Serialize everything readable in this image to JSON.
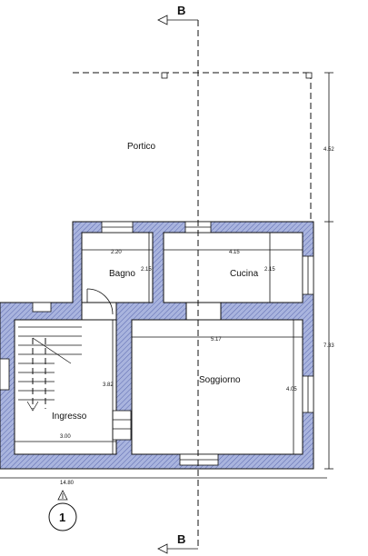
{
  "rooms": {
    "portico": "Portico",
    "bagno": "Bagno",
    "cucina": "Cucina",
    "soggiorno": "Soggiorno",
    "ingresso": "Ingresso"
  },
  "dimensions": {
    "bagno_width": "2.20",
    "cucina_width": "4.15",
    "bagno_height": "2.15",
    "cucina_height": "2.15",
    "soggiorno_width": "5.17",
    "soggiorno_height": "4.05",
    "ingresso_height": "3.82",
    "ingresso_width": "3.00",
    "total_width": "14.80",
    "portico_depth": "4.52",
    "house_depth": "7.33"
  },
  "section": {
    "top_label": "B",
    "bottom_label": "B",
    "entrance_marker": "1"
  }
}
